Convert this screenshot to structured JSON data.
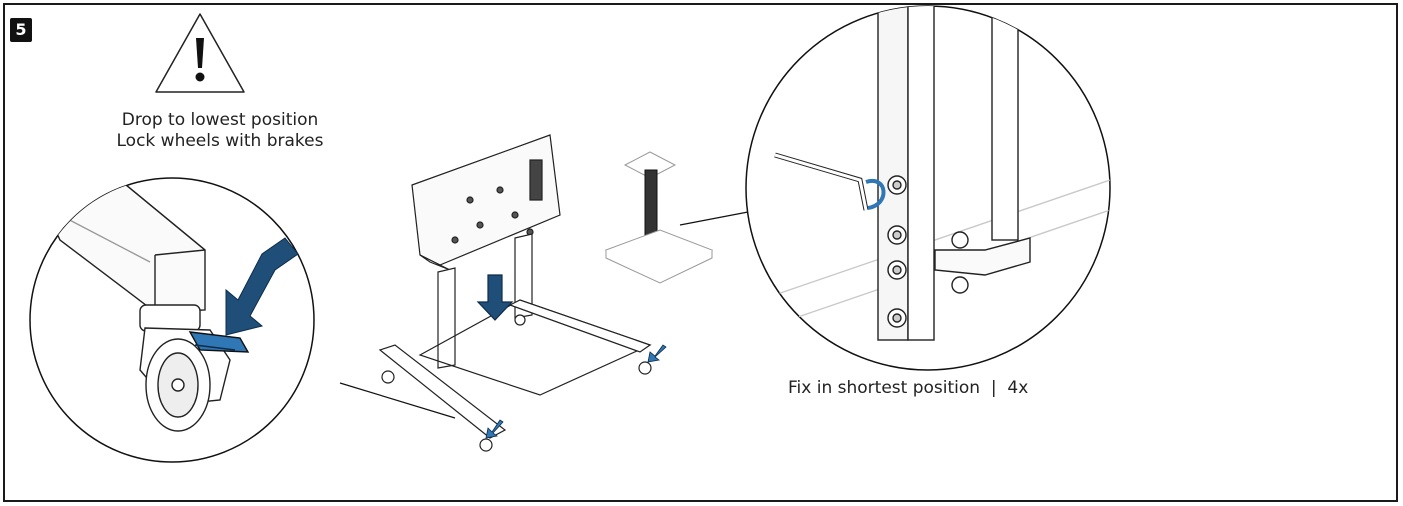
{
  "step": {
    "number": "5"
  },
  "warning": {
    "icon": "warning-triangle-icon",
    "line1": "Drop to lowest position",
    "line2": "Lock wheels with brakes"
  },
  "detail_right": {
    "caption": "Fix in shortest position  |  4x"
  },
  "colors": {
    "outline": "#1a1a1a",
    "arrow_blue": "#1f4e79",
    "brake_blue": "#2f77b5",
    "light_gray": "#9a9a9a"
  }
}
